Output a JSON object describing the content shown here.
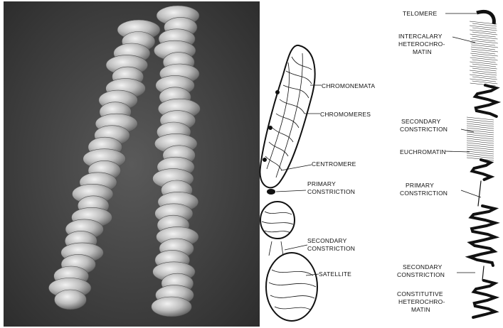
{
  "left_labels": {
    "chromonemata": "CHROMONEMATA",
    "chromomeres": "CHROMOMERES",
    "centromere": "CENTROMERE",
    "primary_constriction_1": "PRIMARY",
    "primary_constriction_2": "CONSTRICTION",
    "secondary_constriction_1": "SECONDARY",
    "secondary_constriction_2": "CONSTRICTION",
    "satellite": "SATELLITE"
  },
  "right_labels": {
    "telomere": "TELOMERE",
    "intercalary_1": "INTERCALARY",
    "intercalary_2": "HETEROCHRO-",
    "intercalary_3": "MATIN",
    "secondary_constriction_1": "SECONDARY",
    "secondary_constriction_2": "CONSTRICTION",
    "euchromatin": "EUCHROMATIN",
    "primary_constriction_1": "PRIMARY",
    "primary_constriction_2": "CONSTRICTION",
    "secondary_constriction_b_1": "SECONDARY",
    "secondary_constriction_b_2": "CONSTRICTION",
    "constitutive_1": "CONSTITUTIVE",
    "constitutive_2": "HETEROCHRO-",
    "constitutive_3": "MATIN"
  },
  "colors": {
    "photo_bg": "#3a3a3a",
    "ink": "#111111"
  }
}
